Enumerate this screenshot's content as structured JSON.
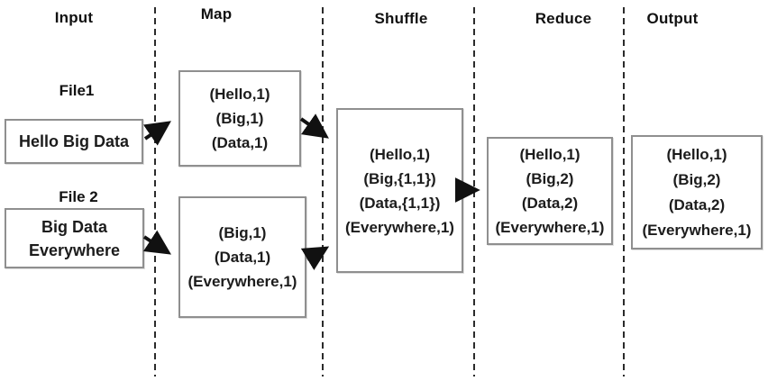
{
  "columns": [
    {
      "label": "Input"
    },
    {
      "label": "Map"
    },
    {
      "label": "Shuffle"
    },
    {
      "label": "Reduce"
    },
    {
      "label": "Output"
    }
  ],
  "input": {
    "file1": {
      "label": "File1",
      "text": "Hello Big Data"
    },
    "file2": {
      "label": "File 2",
      "lines": [
        "Big Data",
        "Everywhere"
      ]
    }
  },
  "map": {
    "box1": {
      "lines": [
        "(Hello,1)",
        "(Big,1)",
        "(Data,1)"
      ]
    },
    "box2": {
      "lines": [
        "(Big,1)",
        "(Data,1)",
        "(Everywhere,1)"
      ]
    }
  },
  "shuffle": {
    "lines": [
      "(Hello,1)",
      "(Big,{1,1})",
      "(Data,{1,1})",
      "(Everywhere,1)"
    ]
  },
  "reduce": {
    "lines": [
      "(Hello,1)",
      "(Big,2)",
      "(Data,2)",
      "(Everywhere,1)"
    ]
  },
  "output": {
    "lines": [
      "(Hello,1)",
      "(Big,2)",
      "(Data,2)",
      "(Everywhere,1)"
    ]
  },
  "colors": {
    "background": "#ffffff",
    "box_border": "#8f8f8f",
    "text": "#1c1c1c",
    "arrow": "#111111",
    "divider": "#2b2b2b"
  }
}
